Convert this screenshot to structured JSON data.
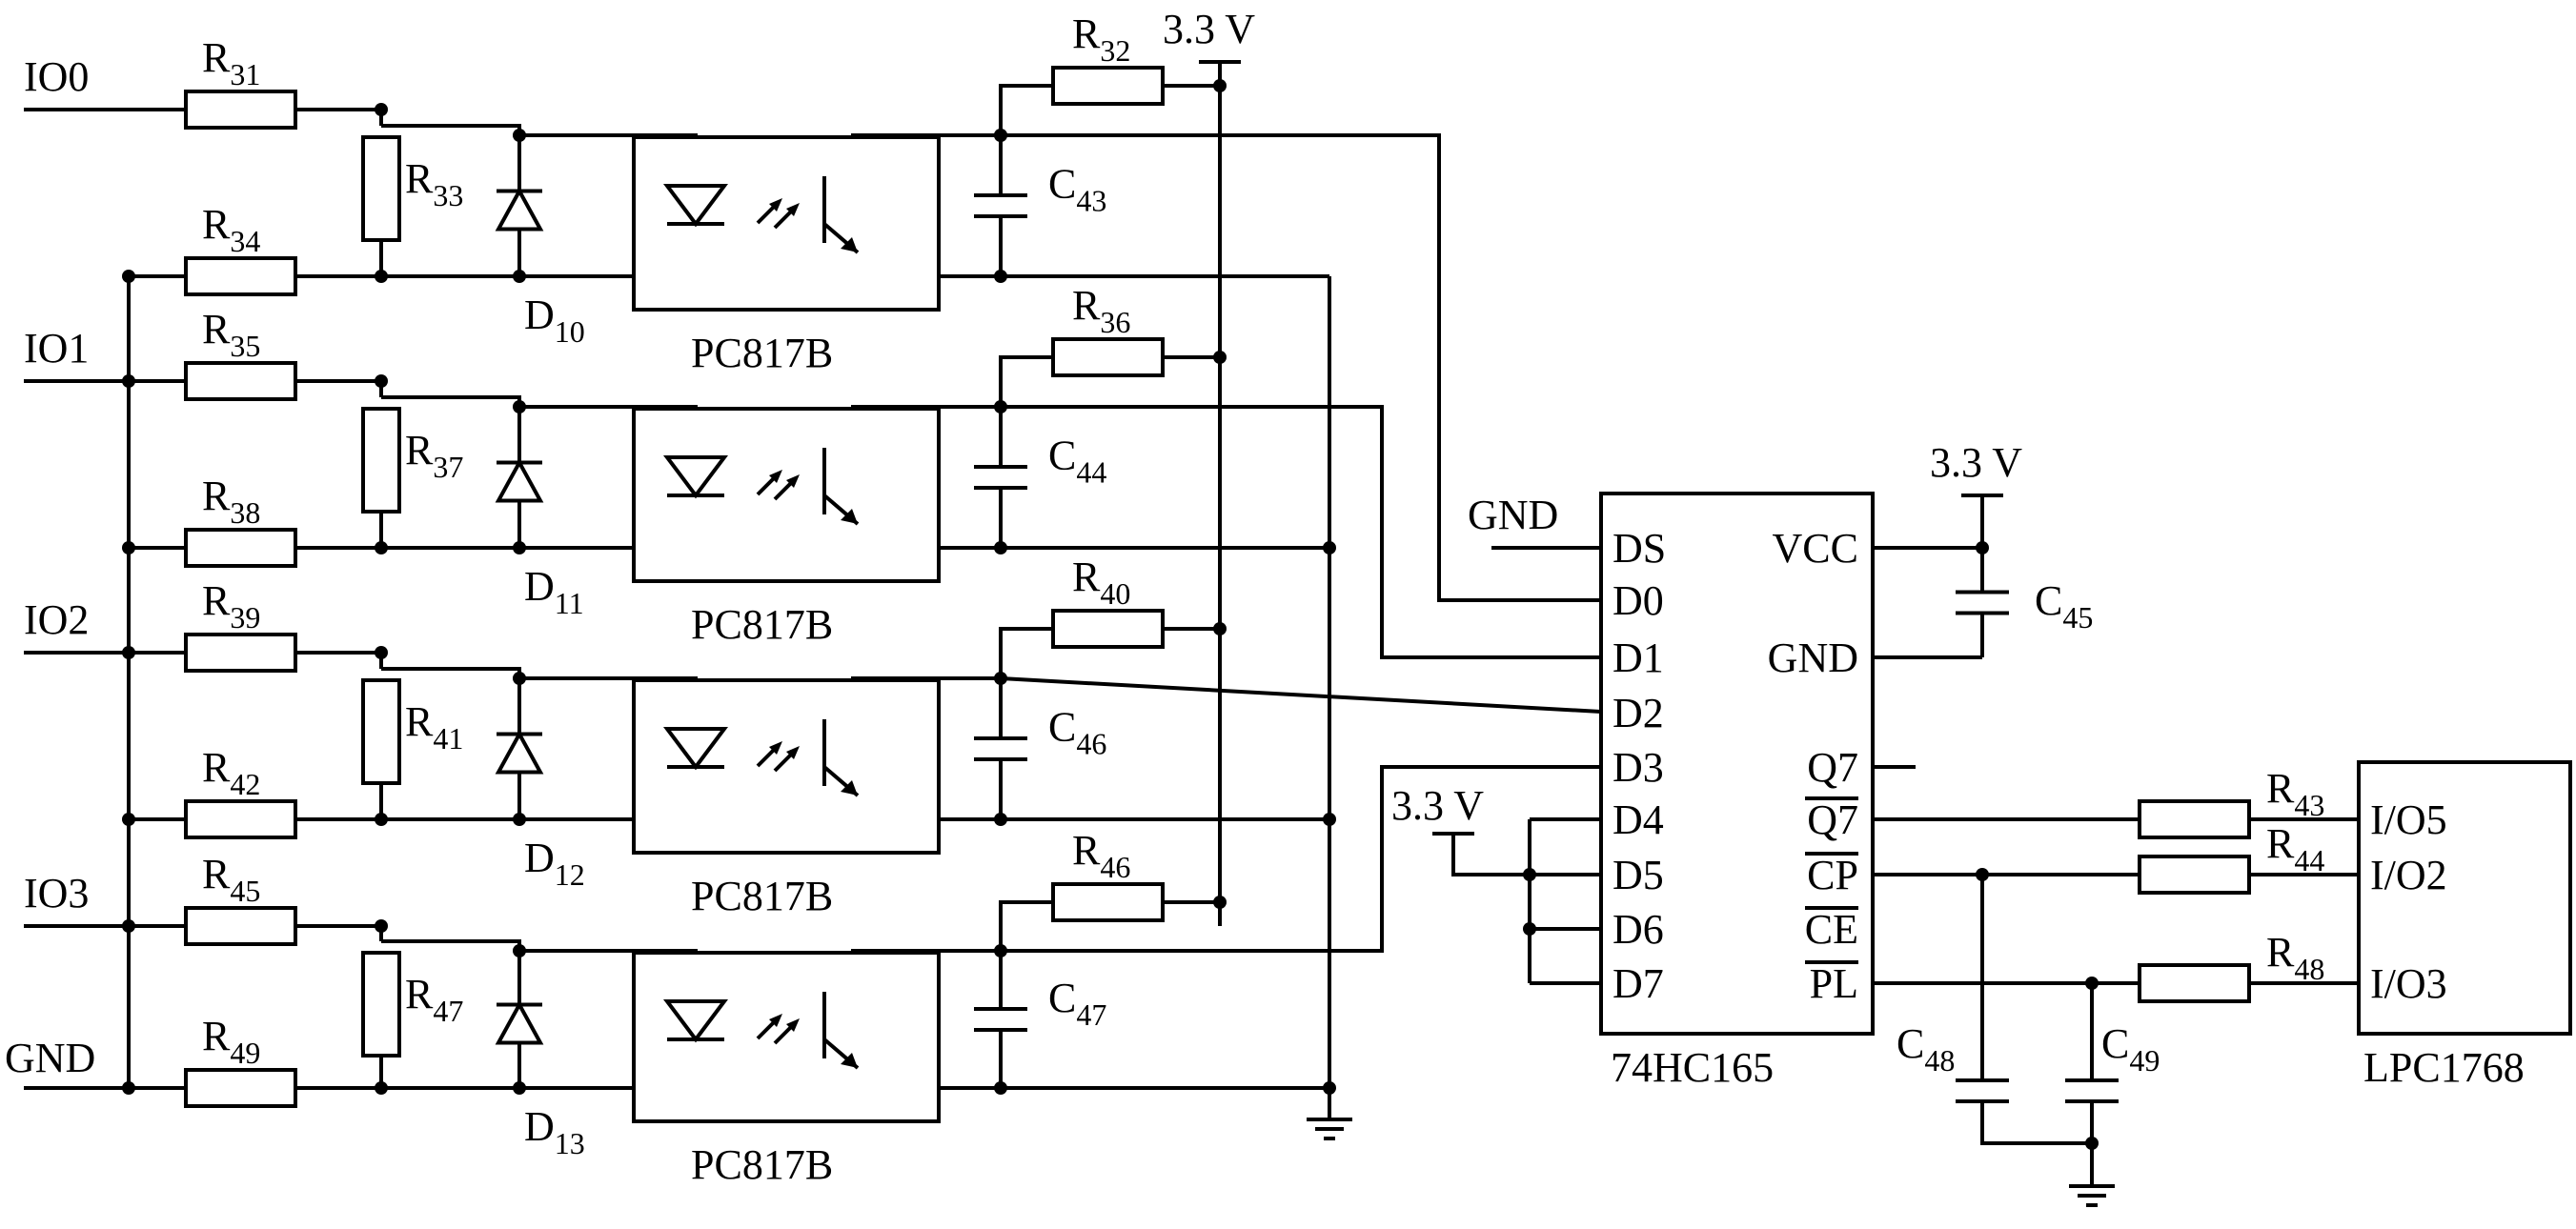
{
  "inputs": [
    "IO0",
    "IO1",
    "IO2",
    "IO3",
    "GND"
  ],
  "supply": "3.3 V",
  "resistors": {
    "top": [
      [
        "R",
        "31"
      ],
      [
        "R",
        "35"
      ],
      [
        "R",
        "39"
      ],
      [
        "R",
        "45"
      ]
    ],
    "bottom": [
      [
        "R",
        "34"
      ],
      [
        "R",
        "38"
      ],
      [
        "R",
        "42"
      ],
      [
        "R",
        "49"
      ]
    ],
    "shunt": [
      [
        "R",
        "33"
      ],
      [
        "R",
        "37"
      ],
      [
        "R",
        "41"
      ],
      [
        "R",
        "47"
      ]
    ],
    "pullup": [
      [
        "R",
        "32"
      ],
      [
        "R",
        "36"
      ],
      [
        "R",
        "40"
      ],
      [
        "R",
        "46"
      ]
    ]
  },
  "diodes": [
    [
      "D",
      "10"
    ],
    [
      "D",
      "11"
    ],
    [
      "D",
      "12"
    ],
    [
      "D",
      "13"
    ]
  ],
  "capacitors": [
    [
      "C",
      "43"
    ],
    [
      "C",
      "44"
    ],
    [
      "C",
      "46"
    ],
    [
      "C",
      "47"
    ]
  ],
  "optocoupler": "PC817B",
  "shift_register": {
    "part": "74HC165",
    "gnd_label": "GND",
    "left_pins": [
      "DS",
      "D0",
      "D1",
      "D2",
      "D3",
      "D4",
      "D5",
      "D6",
      "D7"
    ],
    "right_pins": [
      "VCC",
      "GND",
      "Q7",
      "Q7",
      "CP",
      "CE",
      "PL"
    ]
  },
  "decoupling_cap": [
    "C",
    "45"
  ],
  "mcu": {
    "part": "LPC1768",
    "pins": [
      "I/O5",
      "I/O2",
      "I/O3"
    ],
    "series_resistors": [
      [
        "R",
        "43"
      ],
      [
        "R",
        "44"
      ],
      [
        "R",
        "48"
      ]
    ]
  },
  "filter_caps": [
    [
      "C",
      "48"
    ],
    [
      "C",
      "49"
    ]
  ]
}
